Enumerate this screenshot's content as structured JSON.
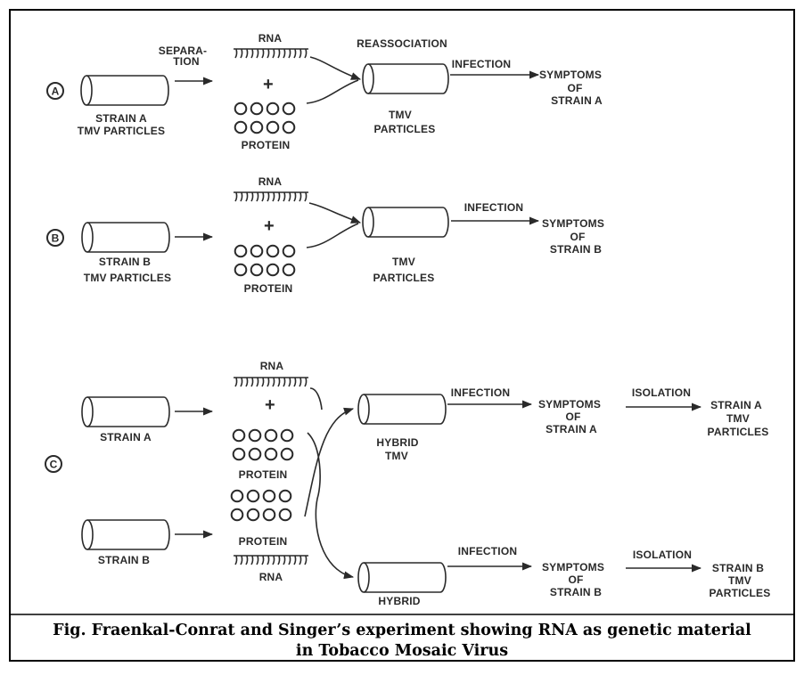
{
  "labels": {
    "separation_1": "SEPARA-",
    "separation_2": "TION",
    "reassociation": "REASSOCIATION",
    "rna": "RNA",
    "plus": "+",
    "protein": "PROTEIN",
    "infection": "INFECTION",
    "isolation": "ISOLATION",
    "tmv": "TMV",
    "particles": "PARTICLES",
    "hybrid": "HYBRID",
    "symptoms": "SYMPTOMS",
    "of": "OF",
    "strain_a": "STRAIN A",
    "strain_b": "STRAIN B",
    "tmv_particles": "TMV PARTICLES",
    "panel_a": "A",
    "panel_b": "B",
    "panel_c": "C"
  },
  "caption": {
    "line1": "Fig.  Fraenkal-Conrat and Singer’s experiment showing RNA as genetic material",
    "line2": "in Tobacco Mosaic Virus"
  }
}
